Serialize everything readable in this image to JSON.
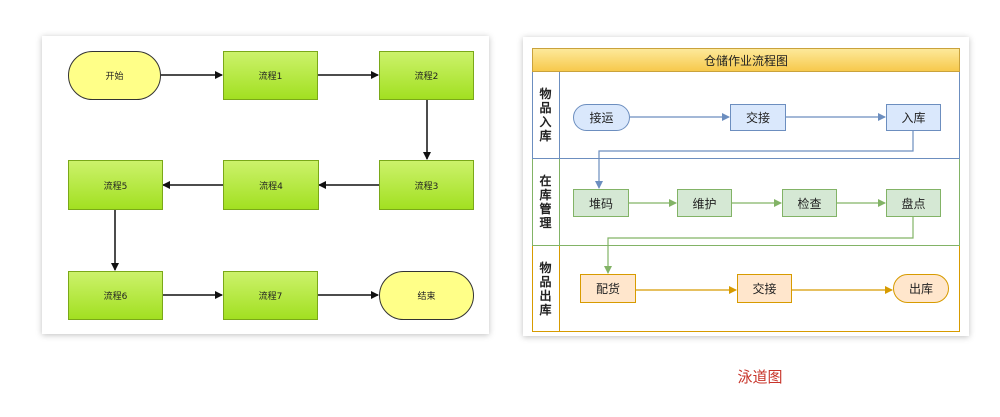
{
  "flowchart": {
    "nodes": {
      "start": "开始",
      "p1": "流程1",
      "p2": "流程2",
      "p3": "流程3",
      "p4": "流程4",
      "p5": "流程5",
      "p6": "流程6",
      "p7": "流程7",
      "end": "结束"
    },
    "edges": [
      [
        "start",
        "p1"
      ],
      [
        "p1",
        "p2"
      ],
      [
        "p2",
        "p3"
      ],
      [
        "p3",
        "p4"
      ],
      [
        "p4",
        "p5"
      ],
      [
        "p5",
        "p6"
      ],
      [
        "p6",
        "p7"
      ],
      [
        "p7",
        "end"
      ]
    ]
  },
  "swimlane": {
    "title": "仓储作业流程图",
    "lanes": [
      {
        "label": "物品入库",
        "color": "#6c8ebf",
        "nodes": [
          "接运",
          "交接",
          "入库"
        ]
      },
      {
        "label": "在库管理",
        "color": "#82b366",
        "nodes": [
          "堆码",
          "维护",
          "检查",
          "盘点"
        ]
      },
      {
        "label": "物品出库",
        "color": "#d79b00",
        "nodes": [
          "配货",
          "交接",
          "出库"
        ]
      }
    ]
  },
  "caption": "泳道图"
}
